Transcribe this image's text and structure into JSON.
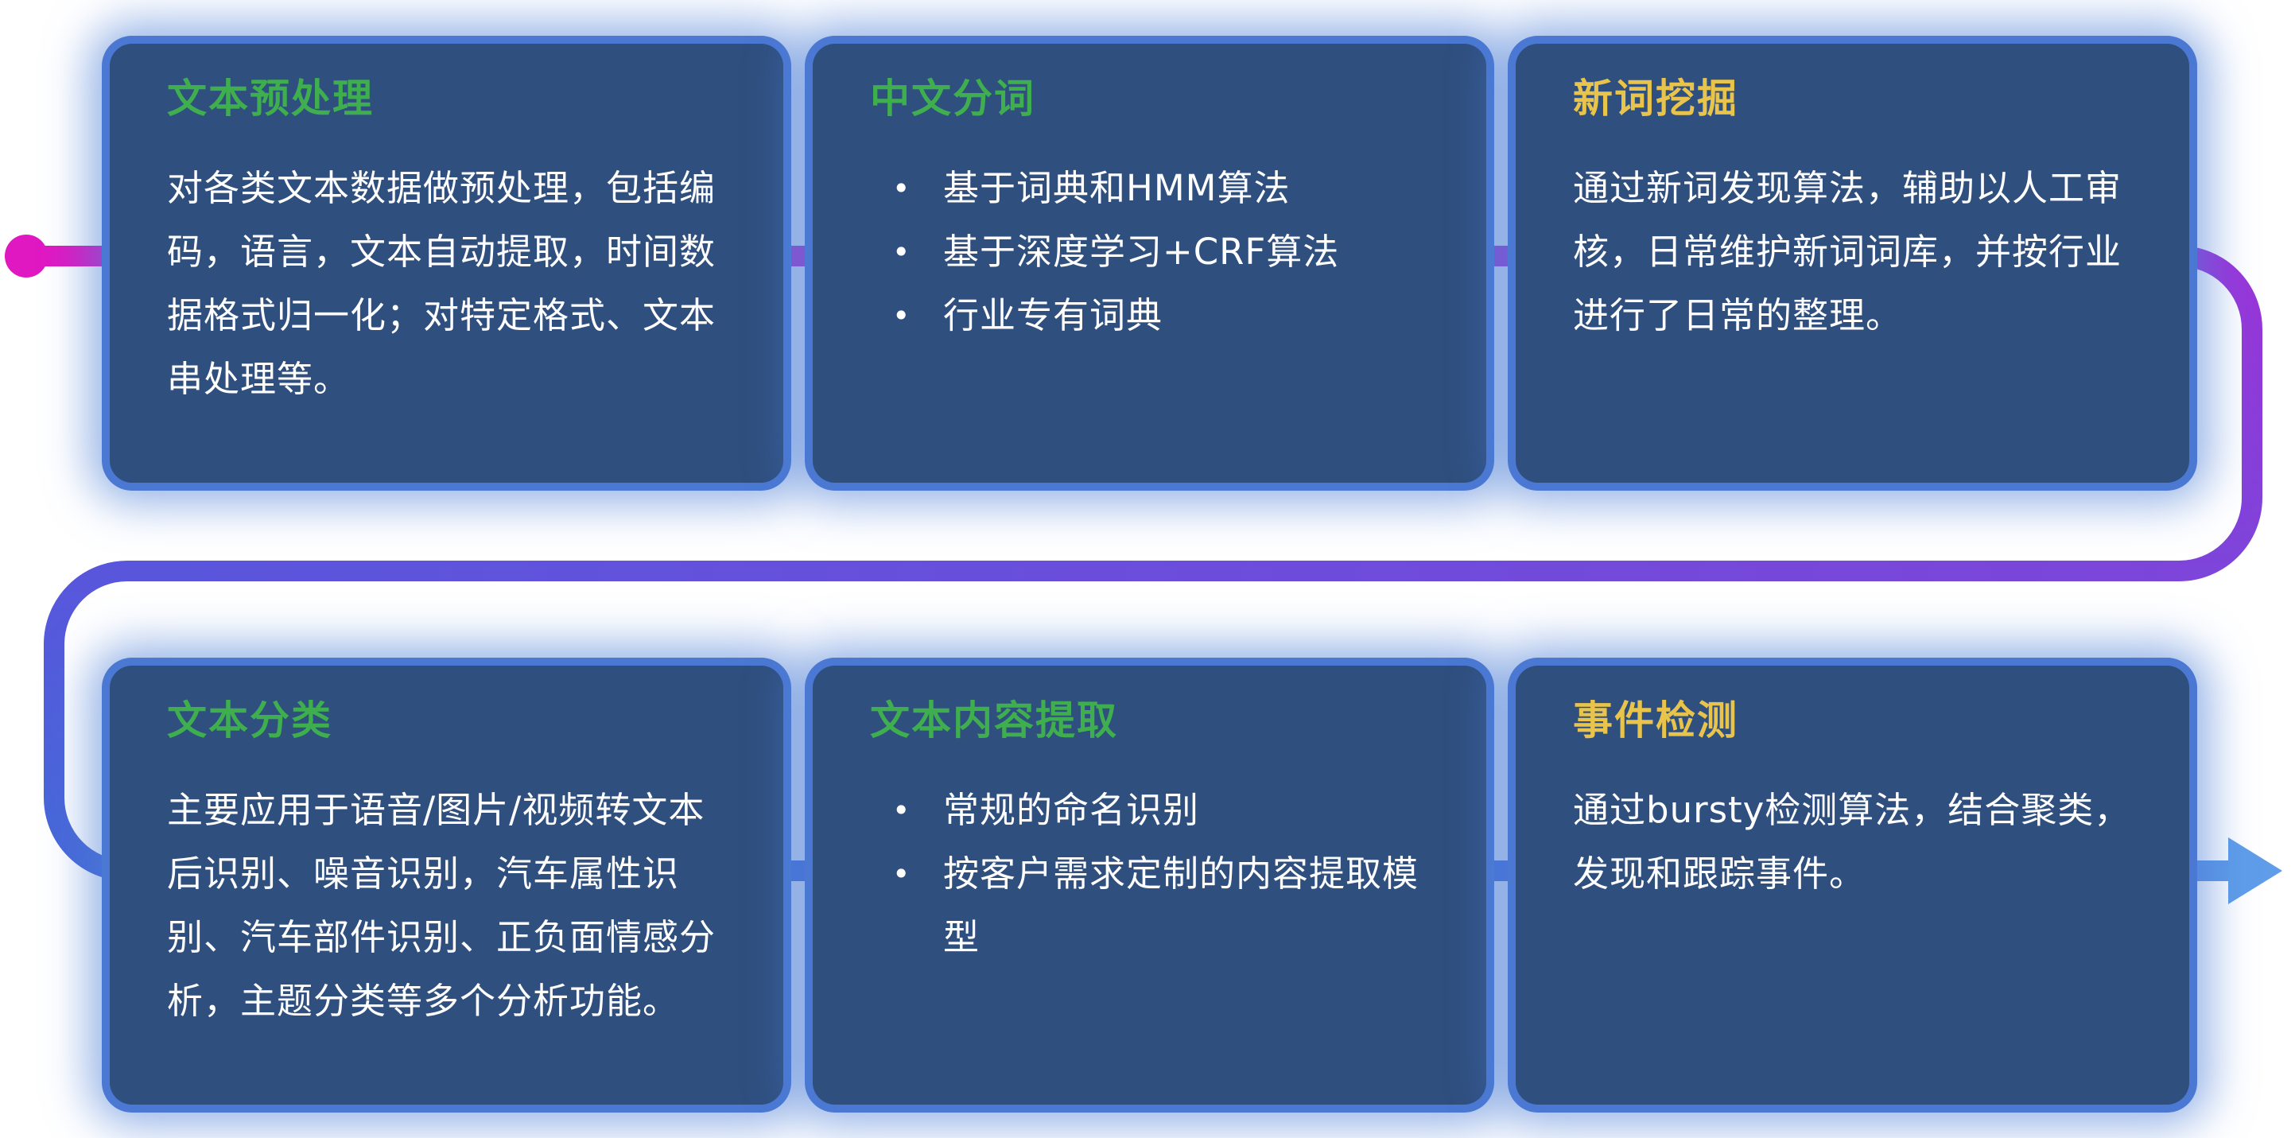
{
  "bullet_char": "•",
  "colors": {
    "card_bg": "#2f4f7e",
    "card_rim": "#4a78d2",
    "title_green": "#3fae4f",
    "title_yellow": "#e9c44c",
    "body_text": "#ffffff",
    "flow_magenta": "#e018c2",
    "flow_purple": "#9b34d8",
    "flow_violet": "#7d45da",
    "flow_indigo": "#5956dc",
    "flow_blue": "#4569d8",
    "flow_arrow": "#5f9de9"
  },
  "cards": [
    {
      "id": "text-preprocessing",
      "title": "文本预处理",
      "title_color": "green",
      "type": "paragraph",
      "body": "对各类文本数据做预处理，包括编码，语言，文本自动提取，时间数据格式归一化；对特定格式、文本串处理等。"
    },
    {
      "id": "chinese-word-segmentation",
      "title": "中文分词",
      "title_color": "green",
      "type": "bullets",
      "bullets": [
        "基于词典和HMM算法",
        "基于深度学习+CRF算法",
        "行业专有词典"
      ]
    },
    {
      "id": "new-word-mining",
      "title": "新词挖掘",
      "title_color": "yellow",
      "type": "paragraph",
      "body": "通过新词发现算法，辅助以人工审核，日常维护新词词库，并按行业进行了日常的整理。"
    },
    {
      "id": "text-classification",
      "title": "文本分类",
      "title_color": "green",
      "type": "paragraph",
      "body": "主要应用于语音/图片/视频转文本后识别、噪音识别，汽车属性识别、汽车部件识别、正负面情感分析，主题分类等多个分析功能。"
    },
    {
      "id": "text-content-extraction",
      "title": "文本内容提取",
      "title_color": "green",
      "type": "bullets",
      "bullets": [
        "常规的命名识别",
        "按客户需求定制的内容提取模型"
      ]
    },
    {
      "id": "event-detection",
      "title": "事件检测",
      "title_color": "yellow",
      "type": "paragraph",
      "body": "通过bursty检测算法，结合聚类，发现和跟踪事件。"
    }
  ]
}
